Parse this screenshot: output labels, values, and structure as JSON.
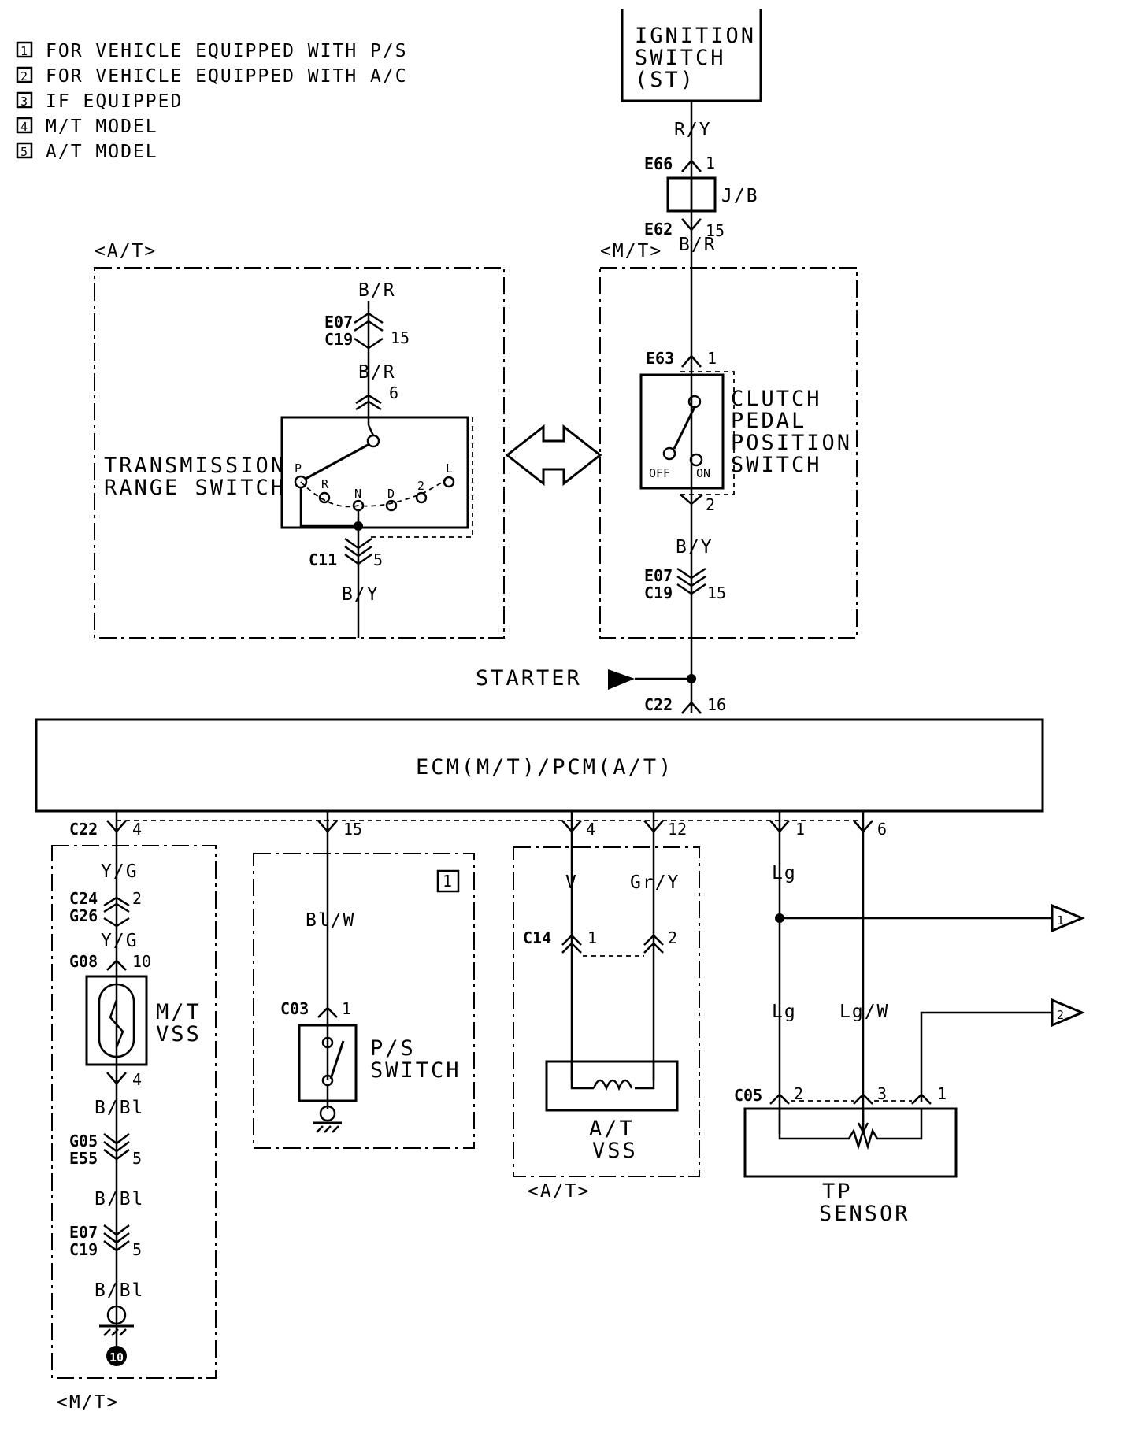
{
  "legend": [
    {
      "num": "1",
      "text": "FOR VEHICLE EQUIPPED WITH P/S"
    },
    {
      "num": "2",
      "text": "FOR VEHICLE EQUIPPED WITH A/C"
    },
    {
      "num": "3",
      "text": "IF EQUIPPED"
    },
    {
      "num": "4",
      "text": "M/T MODEL"
    },
    {
      "num": "5",
      "text": "A/T MODEL"
    }
  ],
  "ignition": {
    "line1": "IGNITION",
    "line2": "SWITCH",
    "line3": "(ST)",
    "wire": "R/Y",
    "conn_in": "E66",
    "pin_in": "1",
    "jb": "J/B",
    "conn_out": "E62",
    "pin_out": "15",
    "wire_out": "B/R"
  },
  "at_box": {
    "tag": "<A/T>",
    "wire1": "B/R",
    "conn_a": "E07",
    "conn_b": "C19",
    "pin1": "15",
    "wire2": "B/R",
    "pin2": "6",
    "name1": "TRANSMISSION",
    "name2": "RANGE SWITCH",
    "positions": [
      "P",
      "R",
      "N",
      "D",
      "2",
      "L"
    ],
    "conn3": "C11",
    "pin3": "5",
    "wire3": "B/Y"
  },
  "mt_box": {
    "tag": "<M/T>",
    "conn1": "E63",
    "pin1": "1",
    "name1": "CLUTCH",
    "name2": "PEDAL",
    "name3": "POSITION",
    "name4": "SWITCH",
    "off": "OFF",
    "on": "ON",
    "pin2": "2",
    "wire": "B/Y",
    "conn_a": "E07",
    "conn_b": "C19",
    "pin3": "15"
  },
  "starter": {
    "label": "STARTER",
    "conn": "C22",
    "pin": "16"
  },
  "ecm": {
    "label": "ECM(M/T)/PCM(A/T)"
  },
  "mt_vss": {
    "conn": "C22",
    "pin": "4",
    "wire1": "Y/G",
    "conn_a": "C24",
    "conn_b": "G26",
    "pin2": "2",
    "wire2": "Y/G",
    "conn3": "G08",
    "pin3": "10",
    "name1": "M/T",
    "name2": "VSS",
    "pin4": "4",
    "wire3": "B/Bl",
    "conn5a": "G05",
    "conn5b": "E55",
    "pin5": "5",
    "wire4": "B/Bl",
    "conn6a": "E07",
    "conn6b": "C19",
    "pin6": "5",
    "wire5": "B/Bl",
    "ground": "10",
    "tag": "<M/T>"
  },
  "ps": {
    "pin": "15",
    "badge": "1",
    "wire": "Bl/W",
    "conn": "C03",
    "pin2": "1",
    "name1": "P/S",
    "name2": "SWITCH"
  },
  "at_vss": {
    "pin1": "4",
    "pin2": "12",
    "wire1": "V",
    "wire2": "Gr/Y",
    "conn": "C14",
    "cpin1": "1",
    "cpin2": "2",
    "name1": "A/T",
    "name2": "VSS",
    "tag": "<A/T>"
  },
  "tp": {
    "pin1": "1",
    "pin2": "6",
    "wire1": "Lg",
    "wire2": "Lg",
    "wire3": "Lg/W",
    "ref1": "1",
    "ref2": "2",
    "conn": "C05",
    "cp2": "2",
    "cp3": "3",
    "cp1": "1",
    "name1": "TP",
    "name2": "SENSOR"
  }
}
